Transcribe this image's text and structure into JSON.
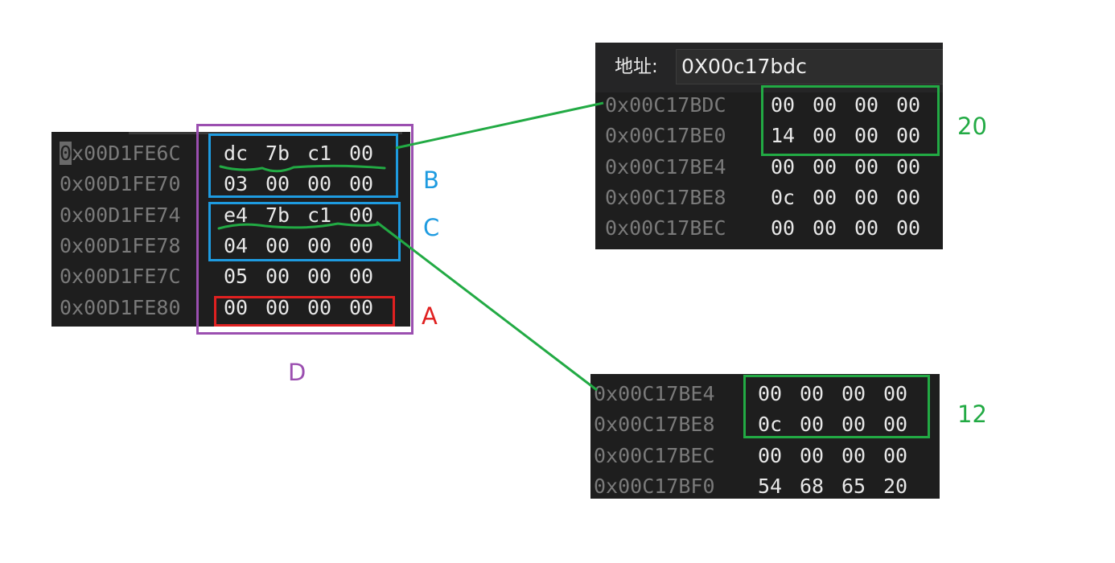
{
  "colors": {
    "panel_bg": "#1e1e1e",
    "address_text": "#7a7a7a",
    "value_text": "#e8e8e8",
    "box_purple": "#9b4fb0",
    "box_blue": "#1e9be0",
    "box_red": "#e02020",
    "box_green": "#22aa44",
    "label_blue": "#1e9be0",
    "label_red": "#e02020",
    "label_purple": "#9b4fb0",
    "label_green": "#22aa44"
  },
  "stack_view": {
    "rows": [
      {
        "address": "0x00D1FE6C",
        "bytes": [
          "dc",
          "7b",
          "c1",
          "00"
        ]
      },
      {
        "address": "0x00D1FE70",
        "bytes": [
          "03",
          "00",
          "00",
          "00"
        ]
      },
      {
        "address": "0x00D1FE74",
        "bytes": [
          "e4",
          "7b",
          "c1",
          "00"
        ]
      },
      {
        "address": "0x00D1FE78",
        "bytes": [
          "04",
          "00",
          "00",
          "00"
        ]
      },
      {
        "address": "0x00D1FE7C",
        "bytes": [
          "05",
          "00",
          "00",
          "00"
        ]
      },
      {
        "address": "0x00D1FE80",
        "bytes": [
          "00",
          "00",
          "00",
          "00"
        ]
      }
    ]
  },
  "memory_view_top": {
    "address_label": "地址:",
    "address_value": "0X00c17bdc",
    "rows": [
      {
        "address": "0x00C17BDC",
        "bytes": [
          "00",
          "00",
          "00",
          "00"
        ]
      },
      {
        "address": "0x00C17BE0",
        "bytes": [
          "14",
          "00",
          "00",
          "00"
        ]
      },
      {
        "address": "0x00C17BE4",
        "bytes": [
          "00",
          "00",
          "00",
          "00"
        ]
      },
      {
        "address": "0x00C17BE8",
        "bytes": [
          "0c",
          "00",
          "00",
          "00"
        ]
      },
      {
        "address": "0x00C17BEC",
        "bytes": [
          "00",
          "00",
          "00",
          "00"
        ]
      }
    ]
  },
  "memory_view_bottom": {
    "rows": [
      {
        "address": "0x00C17BE4",
        "bytes": [
          "00",
          "00",
          "00",
          "00"
        ]
      },
      {
        "address": "0x00C17BE8",
        "bytes": [
          "0c",
          "00",
          "00",
          "00"
        ]
      },
      {
        "address": "0x00C17BEC",
        "bytes": [
          "00",
          "00",
          "00",
          "00"
        ]
      },
      {
        "address": "0x00C17BF0",
        "bytes": [
          "54",
          "68",
          "65",
          "20"
        ]
      }
    ]
  },
  "labels": {
    "a": "A",
    "b": "B",
    "c": "C",
    "d": "D",
    "top_value": "20",
    "bottom_value": "12"
  }
}
